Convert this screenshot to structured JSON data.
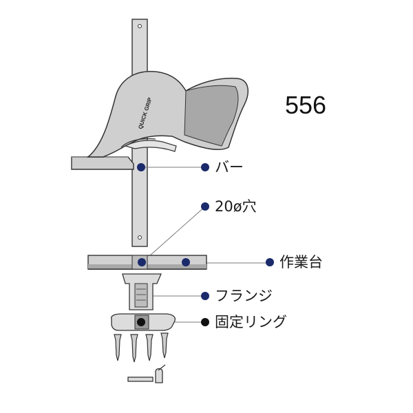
{
  "model_number": "556",
  "brand_text": "QUICK GRIP",
  "labels": {
    "bar": "バー",
    "hole": "20ø穴",
    "workbench": "作業台",
    "flange": "フランジ",
    "fixing_ring": "固定リング"
  },
  "colors": {
    "marker": "#1b2a6b",
    "marker_dark": "#111111",
    "line": "#7a7a7a",
    "part_fill": "#cfcfcf",
    "part_dark": "#9a9a9a",
    "outline": "#333333"
  }
}
